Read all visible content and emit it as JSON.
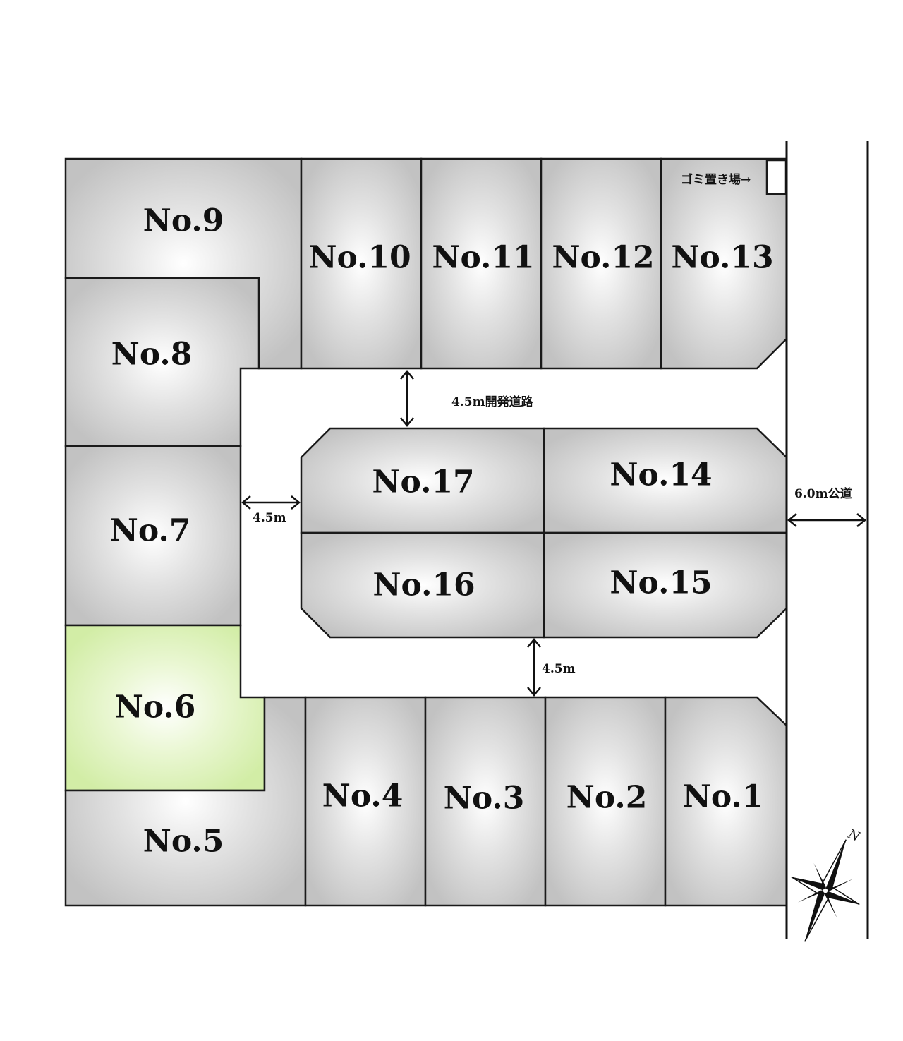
{
  "lots": [
    {
      "id": "no1",
      "label": "No.1",
      "highlight": false
    },
    {
      "id": "no2",
      "label": "No.2",
      "highlight": false
    },
    {
      "id": "no3",
      "label": "No.3",
      "highlight": false
    },
    {
      "id": "no4",
      "label": "No.4",
      "highlight": false
    },
    {
      "id": "no5",
      "label": "No.5",
      "highlight": false
    },
    {
      "id": "no6",
      "label": "No.6",
      "highlight": true
    },
    {
      "id": "no7",
      "label": "No.7",
      "highlight": false
    },
    {
      "id": "no8",
      "label": "No.8",
      "highlight": false
    },
    {
      "id": "no9",
      "label": "No.9",
      "highlight": false
    },
    {
      "id": "no10",
      "label": "No.10",
      "highlight": false
    },
    {
      "id": "no11",
      "label": "No.11",
      "highlight": false
    },
    {
      "id": "no12",
      "label": "No.12",
      "highlight": false
    },
    {
      "id": "no13",
      "label": "No.13",
      "highlight": false
    },
    {
      "id": "no14",
      "label": "No.14",
      "highlight": false
    },
    {
      "id": "no15",
      "label": "No.15",
      "highlight": false
    },
    {
      "id": "no16",
      "label": "No.16",
      "highlight": false
    },
    {
      "id": "no17",
      "label": "No.17",
      "highlight": false
    }
  ],
  "annotations": {
    "garbage": "ゴミ置き場→",
    "dev_road": "4.5m開発道路",
    "west_road": "4.5m",
    "south_road": "4.5m",
    "public_road": "6.0m公道"
  },
  "compass": {
    "north_label": "N"
  },
  "colors": {
    "lot_fill": "#c4c4c4",
    "highlight_fill": "#d2eda6",
    "road": "#ffffff",
    "line": "#1a1a1a"
  }
}
